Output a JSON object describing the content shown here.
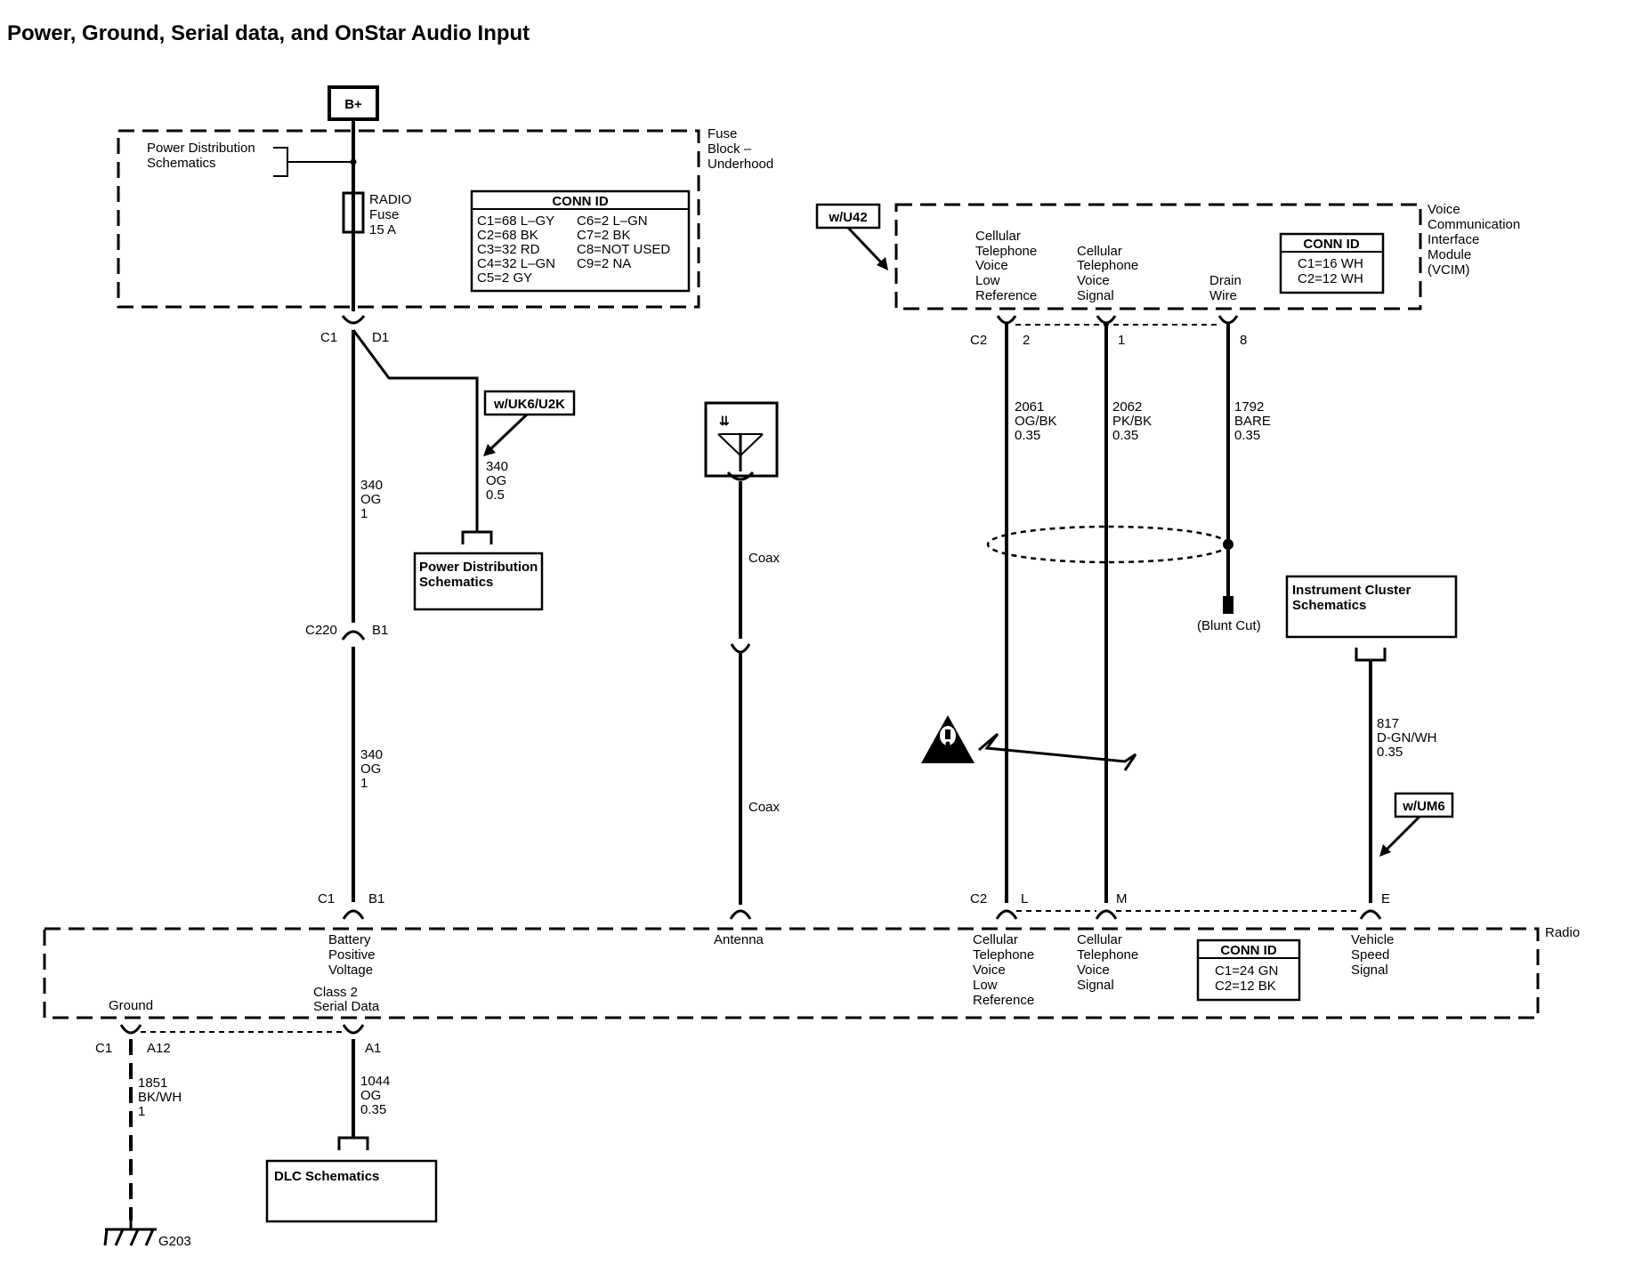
{
  "title": "Power, Ground, Serial data, and OnStar Audio Input",
  "supply": "B+",
  "fuse_block": {
    "label": [
      "Fuse",
      "Block –",
      "Underhood"
    ],
    "power_dist": [
      "Power Distribution",
      "Schematics"
    ],
    "fuse": [
      "RADIO",
      "Fuse",
      "15 A"
    ],
    "conn_id_title": "CONN ID",
    "conn_id_left": [
      "C1=68 L–GY",
      "C2=68 BK",
      "C3=32 RD",
      "C4=32 L–GN",
      "C5=2 GY"
    ],
    "conn_id_right": [
      "C6=2 L–GN",
      "C7=2 BK",
      "C8=NOT USED",
      "C9=2 NA"
    ],
    "pins": {
      "c1": "C1",
      "d1": "D1"
    }
  },
  "option_uk6": "w/UK6/U2K",
  "wire_340_uk6": [
    "340",
    "OG",
    "0.5"
  ],
  "power_dist_box": [
    "Power Distribution",
    "Schematics"
  ],
  "wire_340_upper": [
    "340",
    "OG",
    "1"
  ],
  "inline_conn": {
    "c220": "C220",
    "b1": "B1"
  },
  "wire_340_lower": [
    "340",
    "OG",
    "1"
  ],
  "antenna": {
    "coax_upper": "Coax",
    "coax_lower": "Coax"
  },
  "vcim": {
    "option": "w/U42",
    "label": [
      "Voice",
      "Communication",
      "Interface",
      "Module",
      "(VCIM)"
    ],
    "col1": [
      "Cellular",
      "Telephone",
      "Voice",
      "Low",
      "Reference"
    ],
    "col2": [
      "Cellular",
      "Telephone",
      "Voice",
      "Signal"
    ],
    "col3": [
      "Drain",
      "Wire"
    ],
    "conn_id_title": "CONN ID",
    "conn_id": [
      "C1=16 WH",
      "C2=12 WH"
    ],
    "pins": {
      "c2": "C2",
      "p2": "2",
      "p1": "1",
      "p8": "8"
    }
  },
  "wire_2061": [
    "2061",
    "OG/BK",
    "0.35"
  ],
  "wire_2062": [
    "2062",
    "PK/BK",
    "0.35"
  ],
  "wire_1792": [
    "1792",
    "BARE",
    "0.35"
  ],
  "blunt_cut": "(Blunt Cut)",
  "instrument_cluster": [
    "Instrument Cluster",
    "Schematics"
  ],
  "wire_817": [
    "817",
    "D-GN/WH",
    "0.35"
  ],
  "option_um6": "w/UM6",
  "radio": {
    "label": "Radio",
    "pins_top": {
      "c1": "C1",
      "b1": "B1",
      "c2": "C2",
      "l": "L",
      "m": "M",
      "e": "E"
    },
    "battery": [
      "Battery",
      "Positive",
      "Voltage"
    ],
    "antenna": "Antenna",
    "cell_low": [
      "Cellular",
      "Telephone",
      "Voice",
      "Low",
      "Reference"
    ],
    "cell_sig": [
      "Cellular",
      "Telephone",
      "Voice",
      "Signal"
    ],
    "conn_id_title": "CONN ID",
    "conn_id": [
      "C1=24 GN",
      "C2=12 BK"
    ],
    "vss": [
      "Vehicle",
      "Speed",
      "Signal"
    ],
    "ground": "Ground",
    "class2": [
      "Class 2",
      "Serial Data"
    ],
    "pins_bottom": {
      "c1": "C1",
      "a12": "A12",
      "a1": "A1"
    }
  },
  "wire_1851": [
    "1851",
    "BK/WH",
    "1"
  ],
  "wire_1044": [
    "1044",
    "OG",
    "0.35"
  ],
  "dlc": "DLC Schematics",
  "ground_id": "G203"
}
